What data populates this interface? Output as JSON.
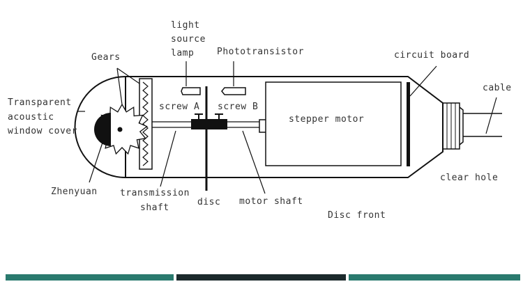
{
  "labels": {
    "light_source_lamp": [
      "light",
      "source",
      "lamp"
    ],
    "gears": "Gears",
    "phototransistor": "Phototransistor",
    "circuit_board": "circuit board",
    "cable": "cable",
    "transparent_window": [
      "Transparent",
      "acoustic",
      "window cover"
    ],
    "screw_a": "screw A",
    "screw_b": "screw B",
    "stepper_motor": "stepper motor",
    "zhenyuan": "Zhenyuan",
    "transmission_shaft": [
      "transmission",
      "shaft"
    ],
    "disc": "disc",
    "motor_shaft": "motor shaft",
    "clear_hole": "clear hole",
    "disc_front": "Disc front"
  },
  "colors": {
    "line": "#111111",
    "text": "#333333",
    "bar_teal": "#2a7a6e",
    "bar_dark": "#1c2a2c"
  }
}
